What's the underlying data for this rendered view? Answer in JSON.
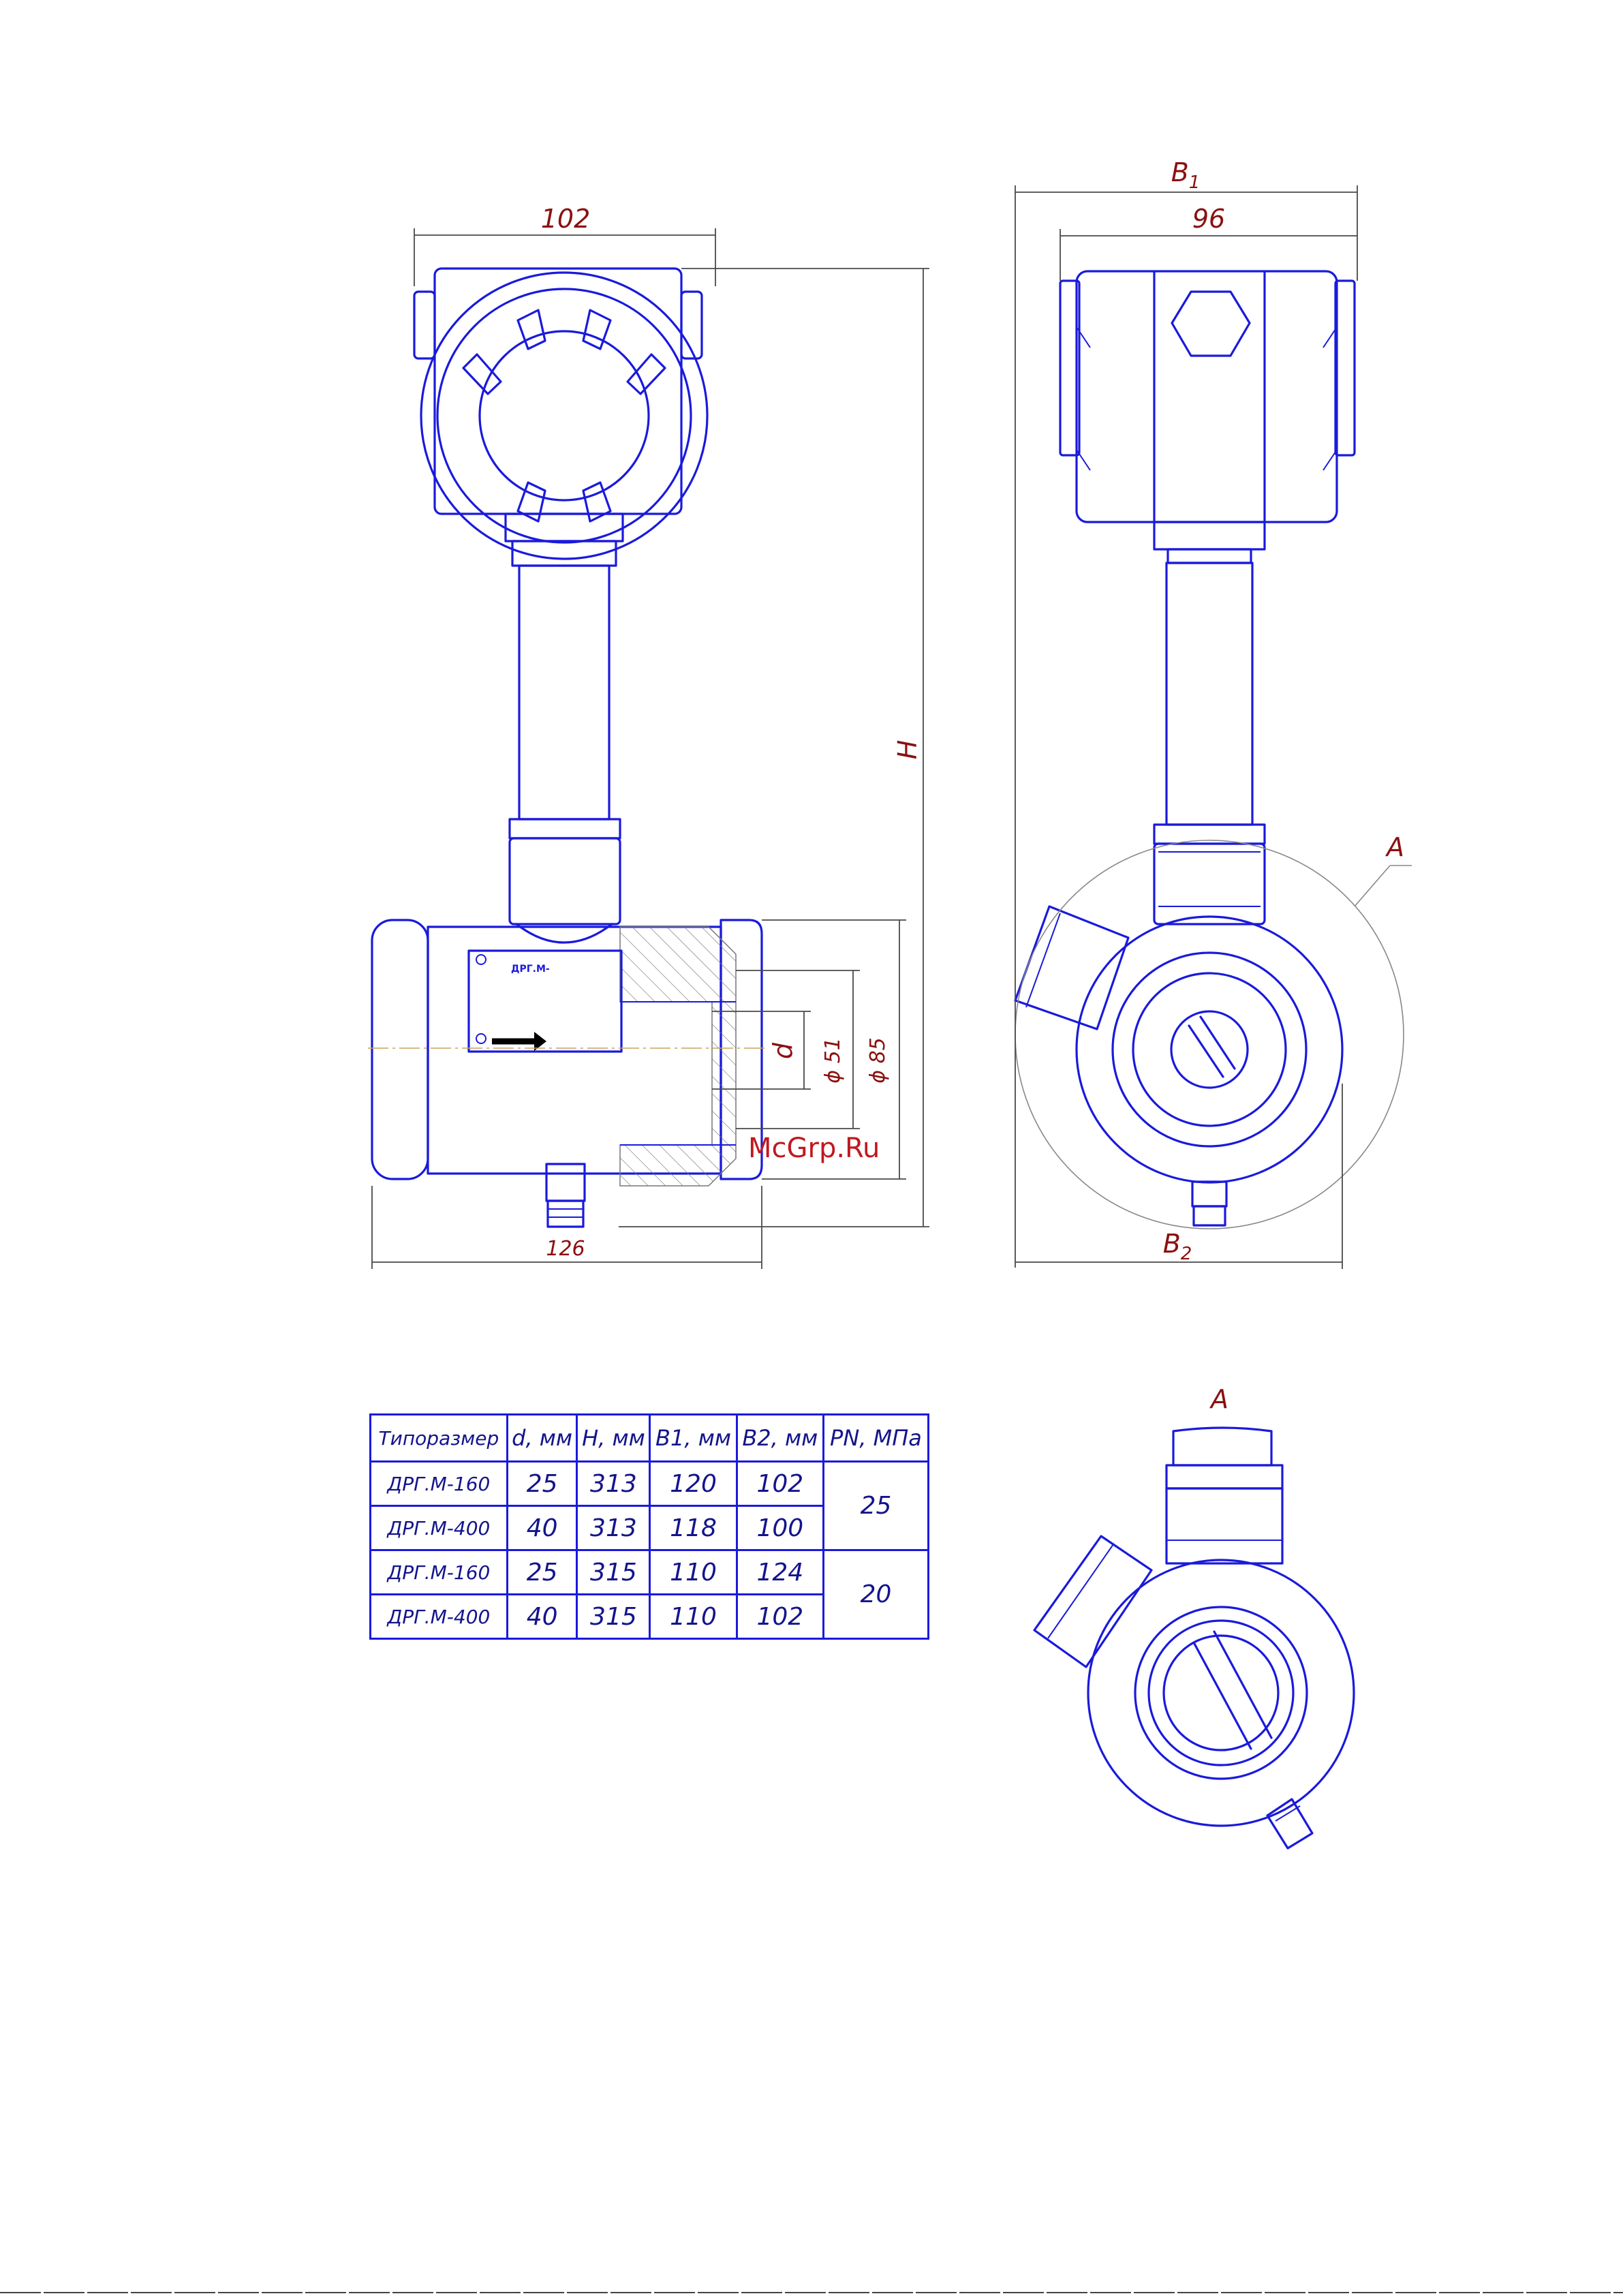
{
  "dimensions": {
    "width_102": "102",
    "b1": "B",
    "b1_sub": "1",
    "width_96": "96",
    "h": "H",
    "view_a": "A",
    "d": "d",
    "dia_51": "ϕ 51",
    "dia_85": "ϕ 85",
    "width_126": "126",
    "b2": "B",
    "b2_sub": "2",
    "view_a_title": "A"
  },
  "nameplate_label": "ДРГ.М-",
  "watermark": "McGrp.Ru",
  "table": {
    "headers": [
      "Типоразмер",
      "d, мм",
      "H, мм",
      "B1, мм",
      "B2, мм",
      "PN, МПа"
    ],
    "rows": [
      [
        "ДРГ.М-160",
        "25",
        "313",
        "120",
        "102"
      ],
      [
        "ДРГ.М-400",
        "40",
        "313",
        "118",
        "100"
      ],
      [
        "ДРГ.М-160",
        "25",
        "315",
        "110",
        "124"
      ],
      [
        "ДРГ.М-400",
        "40",
        "315",
        "110",
        "102"
      ]
    ],
    "pn_groups": [
      "25",
      "20"
    ]
  },
  "colors": {
    "ink": "#1a1adc",
    "dimension_text": "#8b1010",
    "watermark": "#c0181e"
  }
}
